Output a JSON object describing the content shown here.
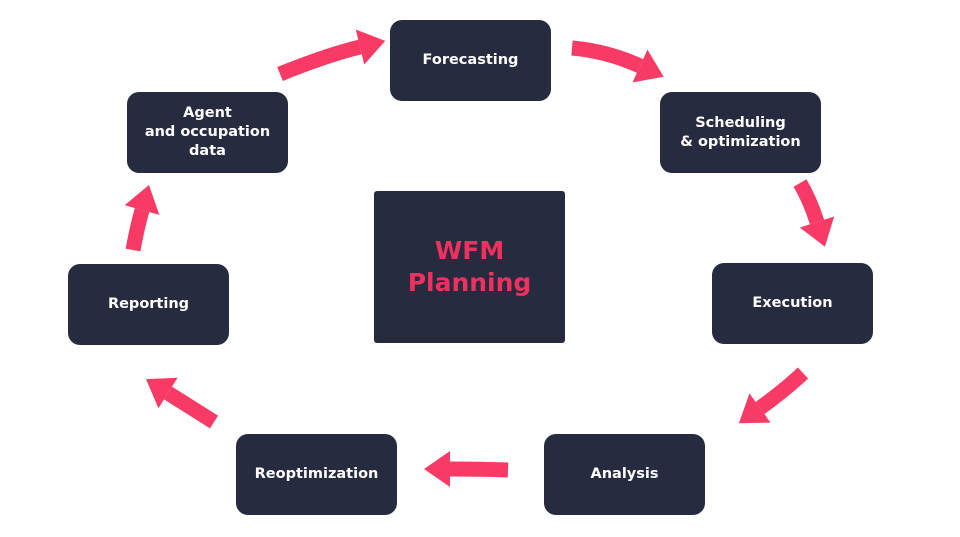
{
  "diagram": {
    "center": {
      "line1": "WFM",
      "line2": "Planning",
      "color": "#f0305e"
    },
    "nodes": [
      {
        "id": "forecasting",
        "lines": [
          "Forecasting"
        ]
      },
      {
        "id": "scheduling",
        "lines": [
          "Scheduling",
          "& optimization"
        ]
      },
      {
        "id": "execution",
        "lines": [
          "Execution"
        ]
      },
      {
        "id": "analysis",
        "lines": [
          "Analysis"
        ]
      },
      {
        "id": "reoptimization",
        "lines": [
          "Reoptimization"
        ]
      },
      {
        "id": "reporting",
        "lines": [
          "Reporting"
        ]
      },
      {
        "id": "agent-data",
        "lines": [
          "Agent",
          "and occupation",
          "data"
        ]
      }
    ],
    "colors": {
      "node": "#272b40",
      "arrow": "#f73b65",
      "text": "#ffffff"
    }
  }
}
